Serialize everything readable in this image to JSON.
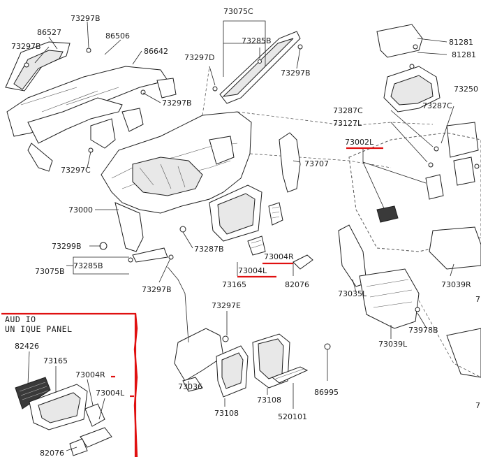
{
  "callouts": {
    "p73297B_a": "73297B",
    "p86527": "86527",
    "p86506": "86506",
    "p73297B_b": "73297B",
    "p86642": "86642",
    "p73297B_c": "73297B",
    "p73297C_a": "73297C",
    "p73075C": "73075C",
    "p73285B_a": "73285B",
    "p73297D": "73297D",
    "p73297B_d": "73297B",
    "p81281_a": "81281",
    "p81281_b": "81281",
    "p73250": "73250",
    "p73287C_a": "73287C",
    "p73287C_b": "73287C",
    "p73127L": "73127L",
    "p73002L": "73002L",
    "p73707": "73707",
    "p73000": "73000",
    "p73287B": "73287B",
    "p73299B": "73299B",
    "p73285B_b": "73285B",
    "p73075B": "73075B",
    "p73297B_e": "73297B",
    "p73004R_a": "73004R",
    "p73004L_a": "73004L",
    "p73165_a": "73165",
    "p82076_a": "82076",
    "p73035L": "73035L",
    "p73039R": "73039R",
    "p73978B": "73978B",
    "p73039L": "73039L",
    "p73297E": "73297E",
    "p73036": "73036",
    "p73108_a": "73108",
    "p73108_b": "73108",
    "p520101": "520101",
    "p86995": "86995",
    "edge_7a": "7",
    "edge_7b": "7"
  },
  "inset": {
    "title_line1": "AUD IO",
    "title_line2": "UN IQUE  PANEL",
    "p82426": "82426",
    "p73165": "73165",
    "p73004R": "73004R",
    "p73004L": "73004L",
    "p82076": "82076"
  },
  "colors": {
    "highlight": "#e01010",
    "line": "#1e1e1e",
    "background": "#ffffff"
  }
}
